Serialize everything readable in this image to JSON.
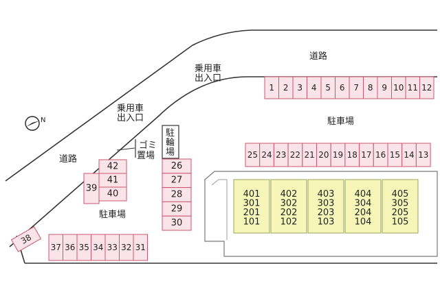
{
  "labels": {
    "road_top": "道路",
    "road_left": "道路",
    "parking_right": "駐車場",
    "parking_left": "駐車場",
    "entrance_right_1": "乗用車",
    "entrance_right_2": "出入口",
    "entrance_left_1": "乗用車",
    "entrance_left_2": "出入口",
    "bike_1": "駐",
    "bike_2": "輪",
    "bike_3": "場",
    "garbage_1": "ゴミ",
    "garbage_2": "置場",
    "compass": "N"
  },
  "slots": {
    "top_row": [
      "1",
      "2",
      "3",
      "4",
      "5",
      "6",
      "7",
      "8",
      "9",
      "10",
      "11",
      "12"
    ],
    "middle_row": [
      "25",
      "24",
      "23",
      "22",
      "21",
      "20",
      "19",
      "18",
      "17",
      "16",
      "15",
      "14",
      "13"
    ],
    "center_column": [
      "26",
      "27",
      "28",
      "29",
      "30"
    ],
    "left_block_right": [
      "42",
      "41",
      "40"
    ],
    "left_block_left": [
      "39"
    ],
    "bottom_row": [
      "37",
      "36",
      "35",
      "34",
      "33",
      "32",
      "31"
    ],
    "corner": "38"
  },
  "units": [
    [
      "401",
      "301",
      "201",
      "101"
    ],
    [
      "402",
      "302",
      "202",
      "102"
    ],
    [
      "403",
      "303",
      "203",
      "103"
    ],
    [
      "404",
      "304",
      "204",
      "104"
    ],
    [
      "405",
      "305",
      "205",
      "105"
    ]
  ]
}
